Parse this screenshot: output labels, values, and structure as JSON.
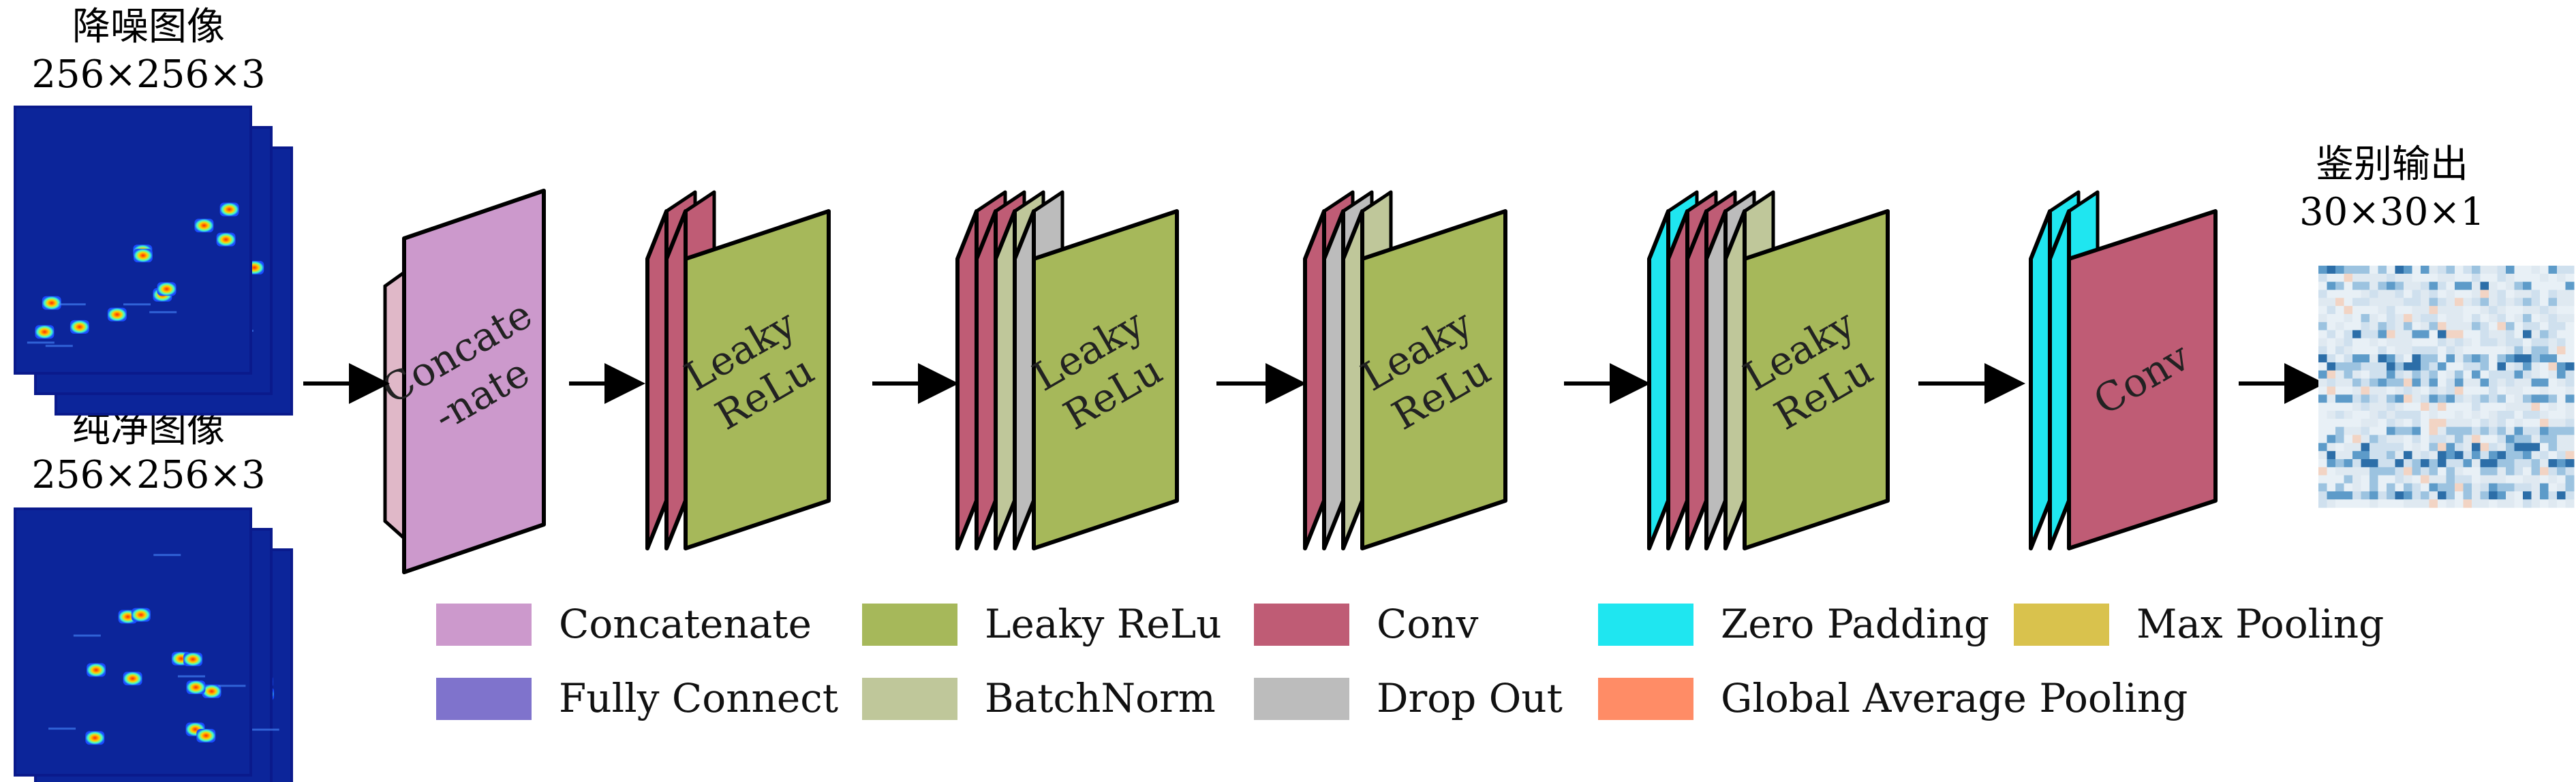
{
  "inputs": [
    {
      "title": "降噪图像",
      "shape": "256×256×3"
    },
    {
      "title": "纯净图像",
      "shape": "256×256×3"
    }
  ],
  "output": {
    "title": "鉴别输出",
    "shape": "30×30×1"
  },
  "blocks": [
    {
      "id": "concat",
      "front_type": "concat",
      "front_label": [
        "Concate",
        "-nate"
      ]
    },
    {
      "id": "block1",
      "front_type": "leaky",
      "front_label": [
        "Leaky",
        "ReLu"
      ]
    },
    {
      "id": "block2",
      "front_type": "leaky",
      "front_label": [
        "Leaky",
        "ReLu"
      ]
    },
    {
      "id": "block3",
      "front_type": "leaky",
      "front_label": [
        "Leaky",
        "ReLu"
      ]
    },
    {
      "id": "block4",
      "front_type": "leaky",
      "front_label": [
        "Leaky",
        "ReLu"
      ]
    },
    {
      "id": "block5",
      "front_type": "conv",
      "front_label": [
        "Conv"
      ]
    }
  ],
  "legend": [
    {
      "label": "Concatenate",
      "color": "#cc99cc"
    },
    {
      "label": "Leaky ReLu",
      "color": "#a6b85a"
    },
    {
      "label": "Conv",
      "color": "#bf5c75"
    },
    {
      "label": "Zero Padding",
      "color": "#1fe6f0"
    },
    {
      "label": "Max Pooling",
      "color": "#d9c24d"
    },
    {
      "label": "Fully Connect",
      "color": "#7f73cc"
    },
    {
      "label": "BatchNorm",
      "color": "#bfc79a"
    },
    {
      "label": "Drop Out",
      "color": "#bcbcbc"
    },
    {
      "label": "Global Average Pooling",
      "color": "#ff8c66"
    }
  ],
  "colors": {
    "concat": "#cc99cc",
    "leaky": "#a6b85a",
    "conv": "#bf5c75",
    "zeropad": "#1fe6f0",
    "batchnorm": "#bfc79a",
    "dropout": "#bcbcbc",
    "spectrogram_bg": "#0a1a8c",
    "arrow": "#000000"
  },
  "icons": {
    "arrow": "right-arrow-icon"
  }
}
